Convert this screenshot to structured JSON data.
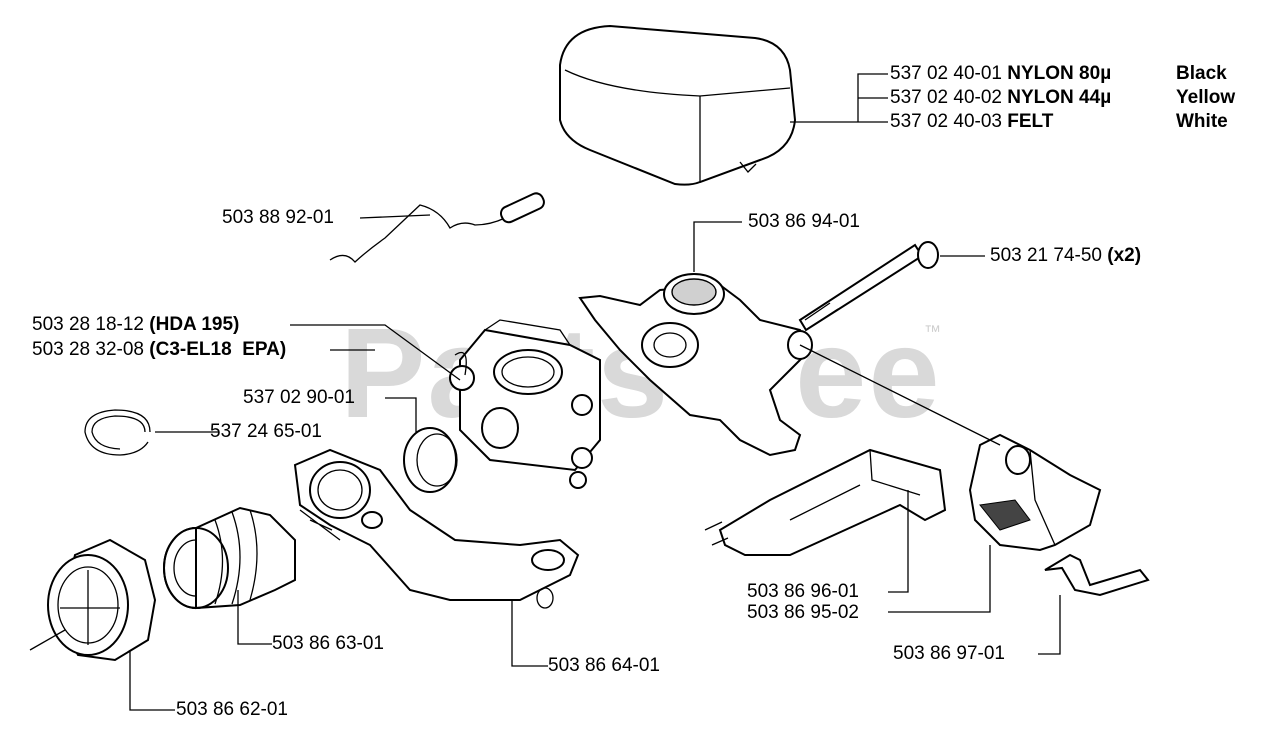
{
  "watermark": "PartsTree",
  "trademark": "™",
  "labels": {
    "filter1": {
      "part": "537 02 40-01",
      "material": "NYLON 80µ",
      "color": "Black"
    },
    "filter2": {
      "part": "537 02 40-02",
      "material": "NYLON 44µ",
      "color": "Yellow"
    },
    "filter3": {
      "part": "537 02 40-03",
      "material": "FELT",
      "color": "White"
    },
    "wire": "503 88 92-01",
    "holder": "503 86 94-01",
    "bolt": {
      "part": "503 21 74-50",
      "qty": "(x2)"
    },
    "carb1": {
      "part": "503 28 18-12",
      "note": "(HDA 195)"
    },
    "carb2": {
      "part": "503 28 32-08",
      "note": "(C3-EL18  EPA)"
    },
    "ring": "537 02 90-01",
    "circlip": "537 24 65-01",
    "lever": "503 86 96-01",
    "bracket": "503 86 95-02",
    "spring": "503 86 97-01",
    "boot": "503 86 63-01",
    "plate": "503 86 64-01",
    "flange": "503 86 62-01"
  }
}
